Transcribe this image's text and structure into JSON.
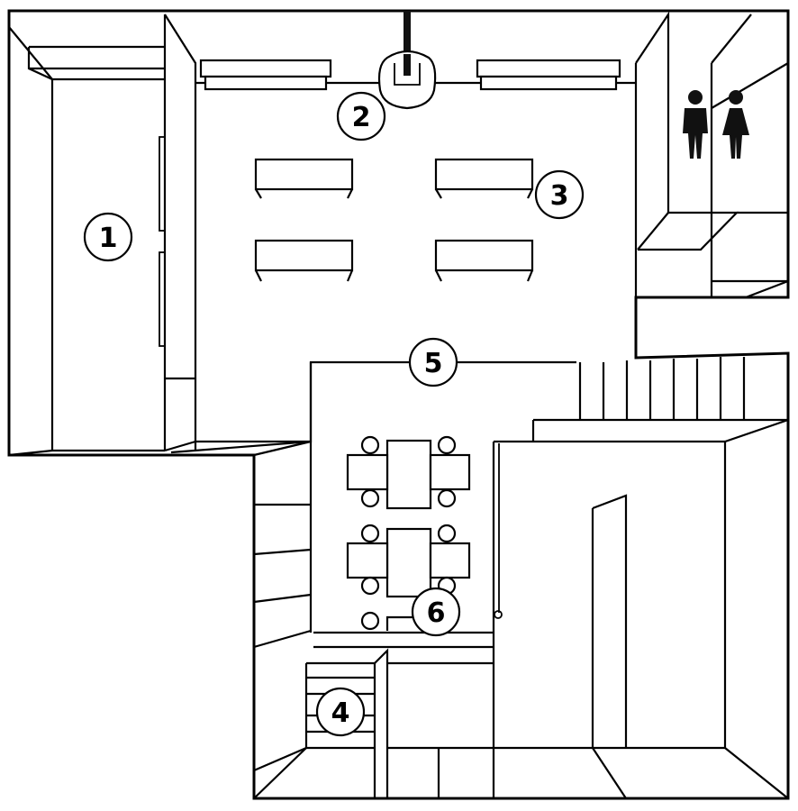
{
  "markers": [
    {
      "id": "1",
      "label": "1"
    },
    {
      "id": "2",
      "label": "2"
    },
    {
      "id": "3",
      "label": "3"
    },
    {
      "id": "4",
      "label": "4"
    },
    {
      "id": "5",
      "label": "5"
    },
    {
      "id": "6",
      "label": "6"
    }
  ],
  "icons": {
    "restroom_male": "man-icon",
    "restroom_female": "woman-icon"
  },
  "colors": {
    "stroke": "#000000",
    "background": "#ffffff",
    "icon_fill": "#111111"
  }
}
